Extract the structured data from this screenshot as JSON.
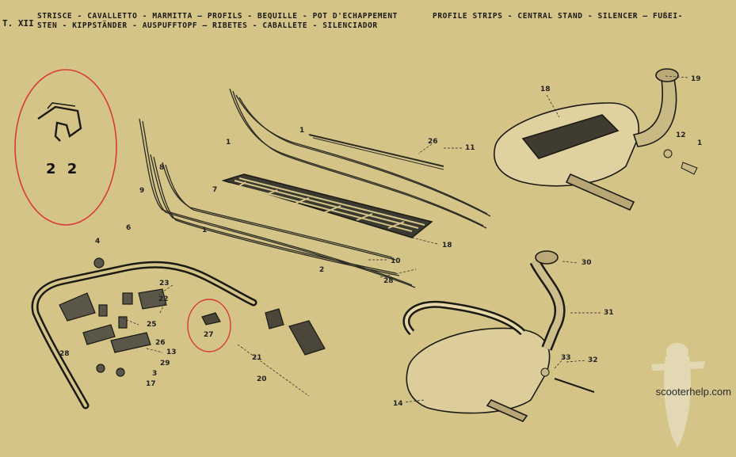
{
  "header": {
    "plate_label": "T. XII",
    "line1_left": "STRISCE - CAVALLETTO - MARMITTA — PROFILS - BEQUILLE - POT D'ECHAPPEMENT",
    "line1_right": "PROFILE STRIPS - CENTRAL STAND - SILENCER — FUßEI-",
    "line2": "STEN - KIPPSTÄNDER - AUSPUFFTOPF — RIBETES - CABALLETE - SILENCIADOR"
  },
  "highlight": {
    "part_number": "2 2",
    "circle_color": "#d83a3a"
  },
  "callouts": [
    "19",
    "18",
    "12",
    "1",
    "26",
    "11",
    "1",
    "8",
    "1",
    "7",
    "18",
    "9",
    "6",
    "1",
    "10",
    "2",
    "28",
    "4",
    "23",
    "27",
    "20",
    "21",
    "22",
    "25",
    "26",
    "29",
    "3",
    "17",
    "13",
    "28",
    "30",
    "31",
    "33",
    "32",
    "14"
  ],
  "watermark": "scooterhelp.com"
}
